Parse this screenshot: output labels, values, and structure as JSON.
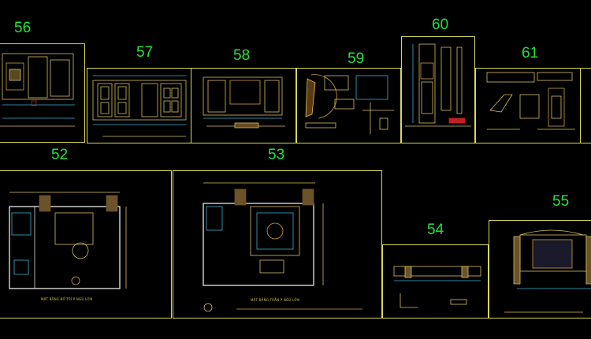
{
  "drawing": {
    "sheets": [
      {
        "id": "56",
        "number": "56"
      },
      {
        "id": "57",
        "number": "57"
      },
      {
        "id": "58",
        "number": "58"
      },
      {
        "id": "59",
        "number": "59"
      },
      {
        "id": "60",
        "number": "60"
      },
      {
        "id": "61",
        "number": "61"
      },
      {
        "id": "52",
        "number": "52"
      },
      {
        "id": "53",
        "number": "53"
      },
      {
        "id": "54",
        "number": "54"
      },
      {
        "id": "55",
        "number": "55"
      }
    ],
    "captions": {
      "plan_52": "MẶT BẰNG BỐ TRÍ P NGỦ LỚN",
      "plan_53": "MẶT BẰNG TRẦN P NGỦ LỚN"
    }
  },
  "colors": {
    "frame": "#d8d85a",
    "number": "#22e23a",
    "drawing_primary": "#d8c060",
    "drawing_secondary": "#3ab0d0",
    "accent_red": "#c02020"
  }
}
